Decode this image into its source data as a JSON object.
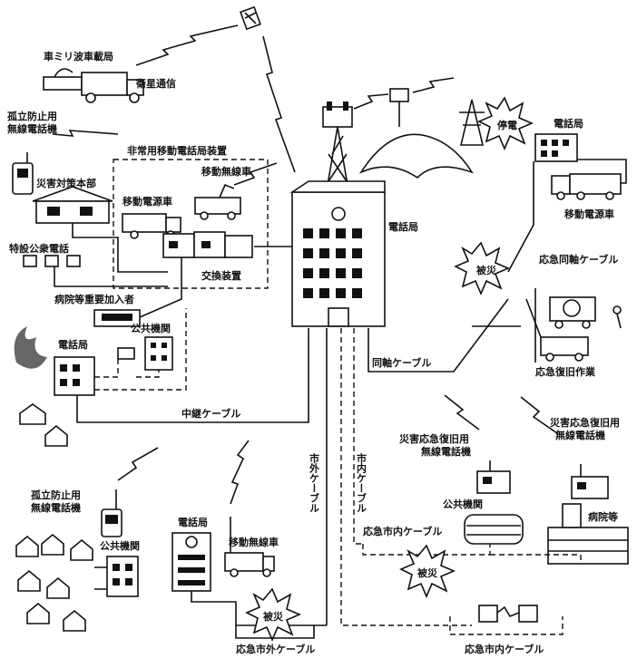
{
  "labels": {
    "satellite_vehicle": "車ミリ波車載局",
    "satellite_comm": "衛星通信",
    "isolation_radio": "孤立防止用\n無線電話機",
    "mobile_exchange": "非常用移動電話局装置",
    "mobile_radio_car": "移動無線車",
    "disaster_hq": "災害対策本部",
    "mobile_power_car": "移動電源車",
    "special_public_phone": "特設公衆電話",
    "exchange_equipment": "交換装置",
    "hospital_subscribers": "病院等重要加入者",
    "public_agency": "公共機関",
    "phone_office_small": "電話局",
    "main_phone_office": "電話局",
    "outage": "停電",
    "phone_office_right": "電話局",
    "mobile_power_car_right": "移動電源車",
    "emergency_coax": "応急同軸ケーブル",
    "damaged": "被災",
    "coax_cable": "同軸ケーブル",
    "emergency_restoration": "応急復旧作業",
    "trunk_cable": "中継ケーブル",
    "outside_cable": "市外ケーブル",
    "inside_cable": "市内ケーブル",
    "disaster_radio_left": "災害応急復旧用\n無線電話機",
    "disaster_radio_right": "災害応急復旧用\n無線電話機",
    "public_agency_2": "公共機関",
    "hospital": "病院等",
    "isolation_radio_2": "孤立防止用\n無線電話機",
    "public_agency_3": "公共機関",
    "phone_office_bottom": "電話局",
    "mobile_radio_car_2": "移動無線車",
    "emergency_inside_cable": "応急市内ケーブル",
    "damaged_2": "被災",
    "damaged_3": "被災",
    "emergency_outside_cable": "応急市外ケーブル",
    "emergency_inside_cable_2": "応急市内ケーブル"
  }
}
